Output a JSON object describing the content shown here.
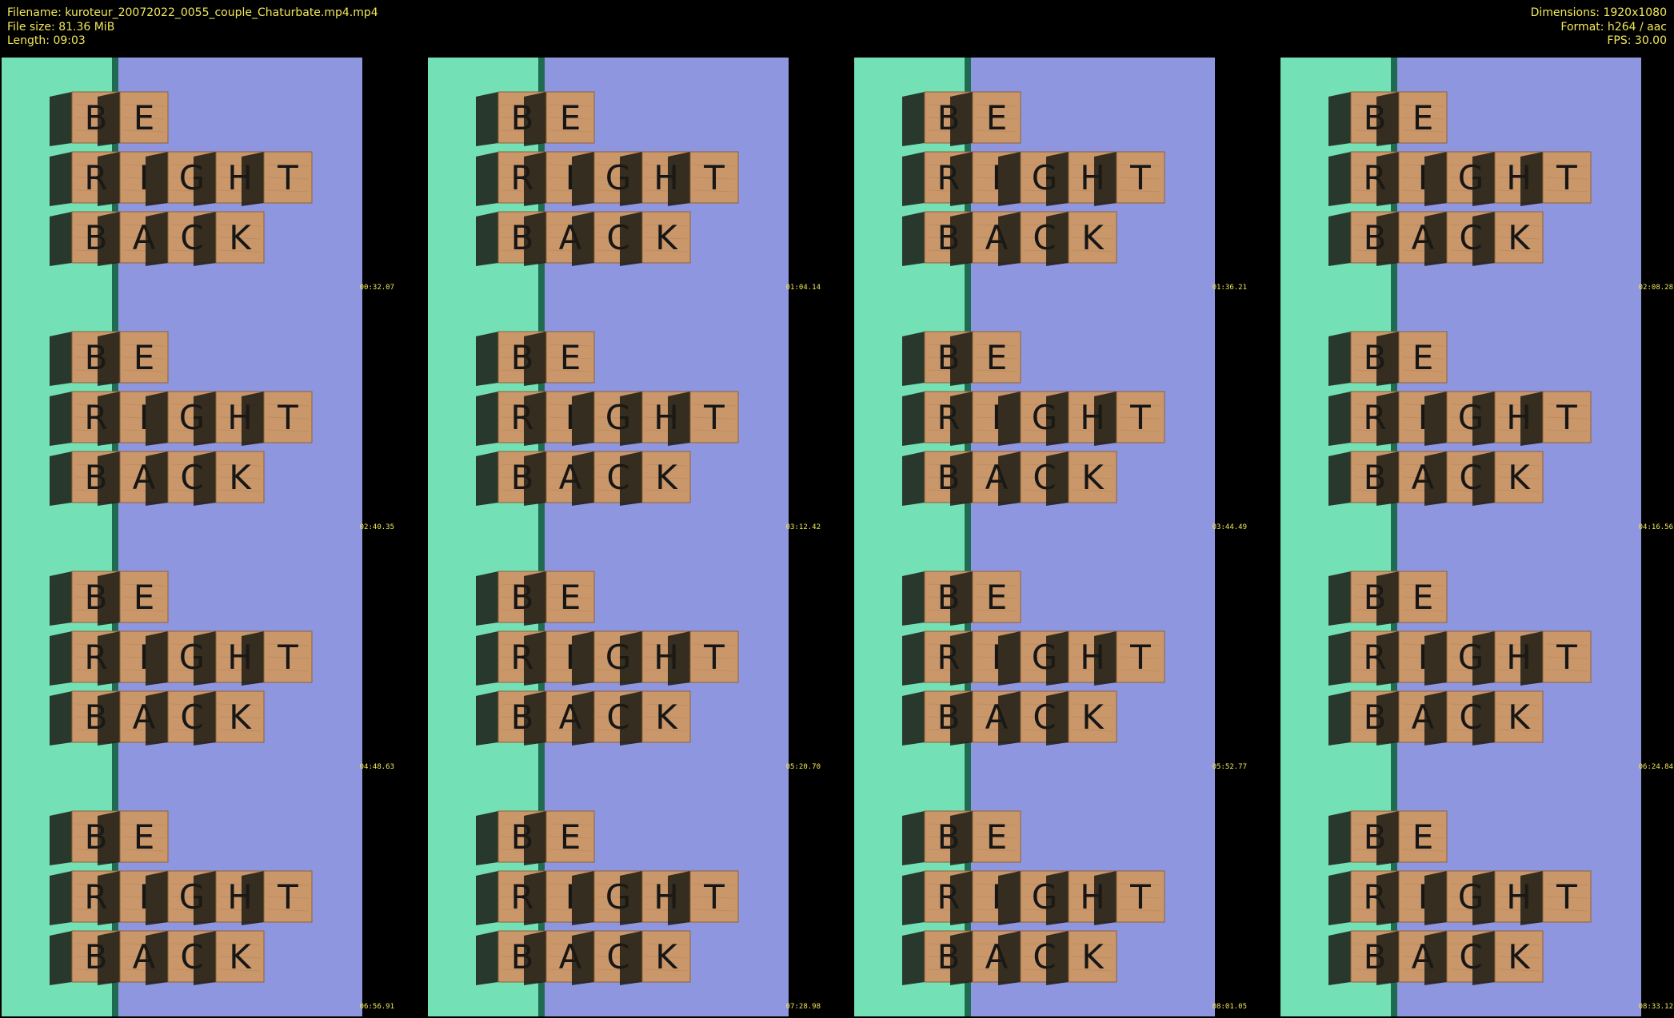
{
  "header": {
    "filename": "Filename: kuroteur_20072022_0055_couple_Chaturbate.mp4.mp4",
    "filesize": "File size: 81.36 MiB",
    "length": "Length: 09:03",
    "dimensions": "Dimensions: 1920x1080",
    "format": "Format: h264 / aac",
    "fps": "FPS: 30.00"
  },
  "colors": {
    "background": "#000000",
    "text": "#f2e85a",
    "green_paper": "#74e0b6",
    "blue_paper": "#8f96e0",
    "wood": "#c9976a"
  },
  "frame_words": [
    "BE",
    "RIGHT",
    "BACK"
  ],
  "thumbnails": [
    {
      "timestamp": "00:32.07"
    },
    {
      "timestamp": "01:04.14"
    },
    {
      "timestamp": "01:36.21"
    },
    {
      "timestamp": "02:08.28"
    },
    {
      "timestamp": "02:40.35"
    },
    {
      "timestamp": "03:12.42"
    },
    {
      "timestamp": "03:44.49"
    },
    {
      "timestamp": "04:16.56"
    },
    {
      "timestamp": "04:48.63"
    },
    {
      "timestamp": "05:20.70"
    },
    {
      "timestamp": "05:52.77"
    },
    {
      "timestamp": "06:24.84"
    },
    {
      "timestamp": "06:56.91"
    },
    {
      "timestamp": "07:28.98"
    },
    {
      "timestamp": "08:01.05"
    },
    {
      "timestamp": "08:33.12"
    }
  ]
}
